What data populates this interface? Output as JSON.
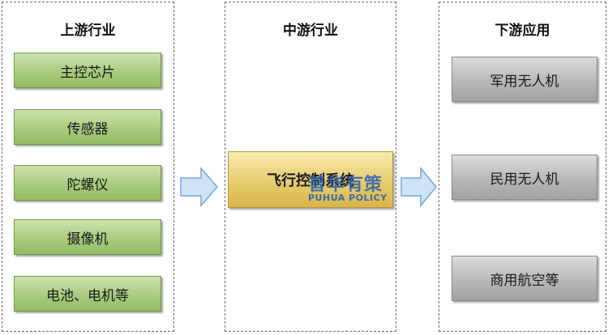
{
  "columns": {
    "upstream": {
      "title": "上游行业",
      "items": [
        "主控芯片",
        "传感器",
        "陀螺仪",
        "摄像机",
        "电池、电机等"
      ]
    },
    "midstream": {
      "title": "中游行业",
      "item": "飞行控制系统"
    },
    "downstream": {
      "title": "下游应用",
      "items": [
        "军用无人机",
        "民用无人机",
        "商用航空等"
      ]
    }
  },
  "watermark": {
    "cn": "普华有策",
    "en": "PUHUA POLICY"
  },
  "colors": {
    "upstream_box": "#a9cb7e",
    "midstream_box": "#e7cc6e",
    "downstream_box": "#b8b8b8",
    "arrow_fill": "#cfe3f7",
    "arrow_stroke": "#7aa6d6"
  }
}
